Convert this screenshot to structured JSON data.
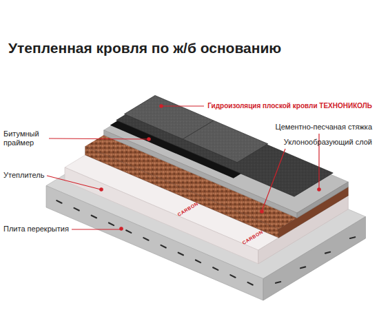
{
  "diagram": {
    "title": "Утепленная кровля по ж/б основанию",
    "labels": [
      "Гидроизоляция плоской кровли ТЕХНОНИКОЛЬ",
      "Цементно-песчаная стяжка",
      "Уклонообразующий слой",
      "Битумный праймер",
      "Утеплитель",
      "Плита перекрытия",
      "CARBON",
      "CARBON"
    ]
  }
}
